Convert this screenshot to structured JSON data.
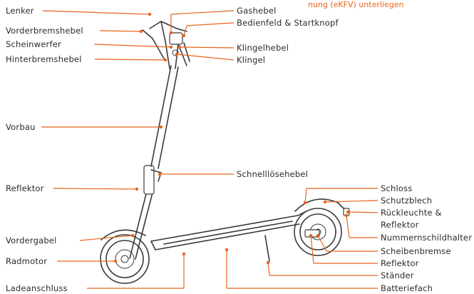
{
  "header_note": "nung (eKFV) unterliegen",
  "labels": {
    "lenker": "Lenker",
    "vorderbremshebel": "Vorderbremshebel",
    "scheinwerfer": "Scheinwerfer",
    "hinterbremshebel": "Hinterbremshebel",
    "vorbau": "Vorbau",
    "reflektor_front": "Reflektor",
    "vordergabel": "Vordergabel",
    "radmotor": "Radmotor",
    "ladeanschluss": "Ladeanschluss",
    "gashebel": "Gashebel",
    "bedienfeld": "Bedienfeld & Startknopf",
    "klingelhebel": "Klingelhebel",
    "klingel": "Klingel",
    "schnelllösehebel": "Schnelllösehebel",
    "schloss": "Schloss",
    "schutzblech": "Schutzblech",
    "rueckleuchte_1": "Rückleuchte &",
    "rueckleuchte_2": "Reflektor",
    "nummernschildhalter": "Nummernschildhalter",
    "scheibenbremse": "Scheibenbremse",
    "reflektor_rear": "Reflektor",
    "staender": "Ständer",
    "batteriefach": "Batteriefach"
  },
  "colors": {
    "accent": "#e8641e",
    "line_art": "#3a3a3a",
    "text": "#2a2a2a"
  }
}
